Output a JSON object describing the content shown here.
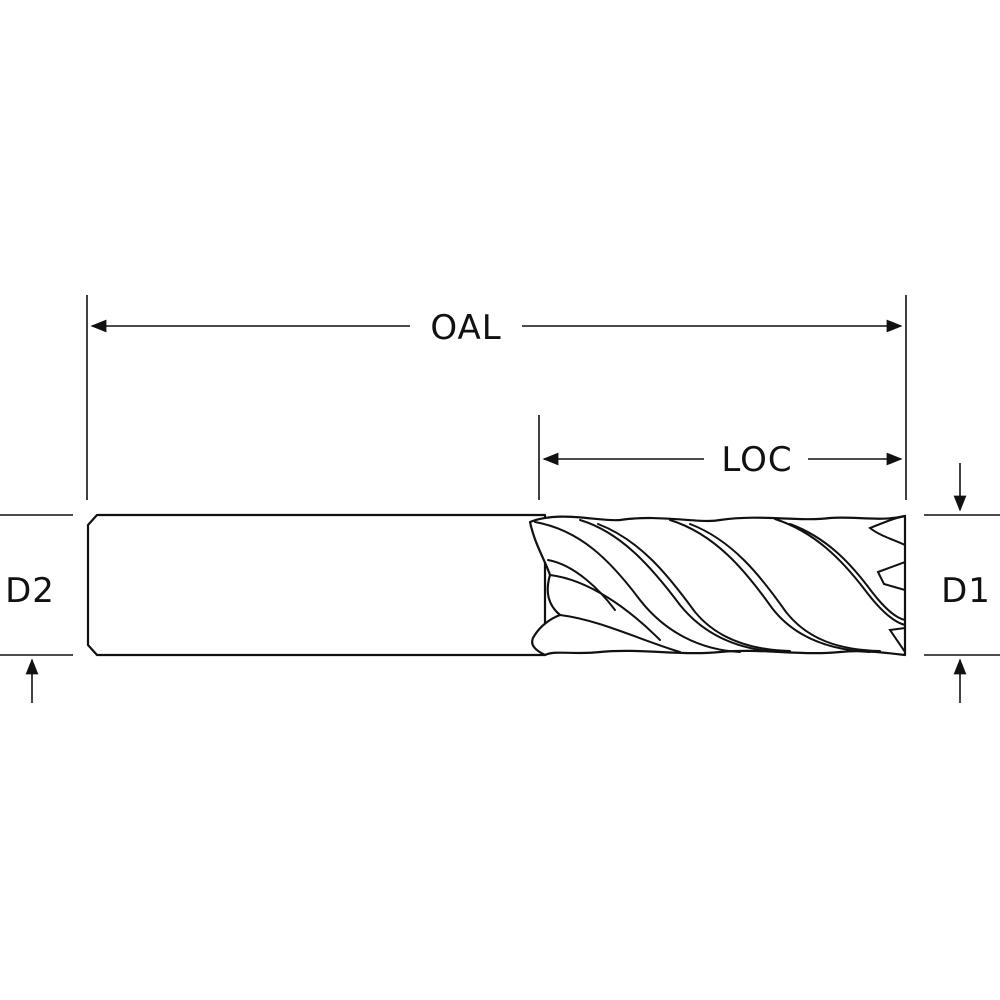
{
  "labels": {
    "oal": "OAL",
    "loc": "LOC",
    "d1": "D1",
    "d2": "D2"
  },
  "colors": {
    "line": "#111111",
    "background": "#ffffff"
  }
}
